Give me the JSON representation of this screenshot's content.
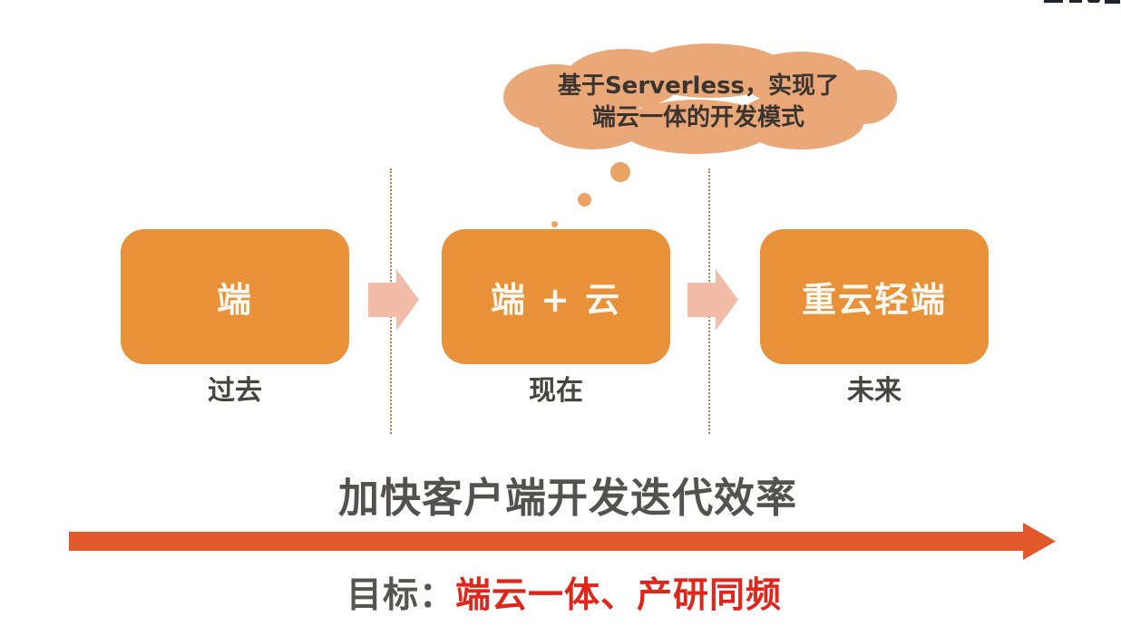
{
  "slide": {
    "bubble": {
      "line1": "基于Serverless，实现了",
      "line2": "端云一体的开发模式"
    },
    "stages": [
      {
        "label": "端",
        "caption": "过去"
      },
      {
        "label": "端 + 云",
        "caption": "现在"
      },
      {
        "label": "重云轻端",
        "caption": "未来"
      }
    ],
    "headline": "加快客户端开发迭代效率",
    "goal": {
      "prefix": "目标：",
      "highlight": "端云一体、产研同频"
    }
  },
  "icons": {
    "stage_arrow": "block-arrow-right-icon",
    "timeline_arrow": "long-arrow-right-icon",
    "thought_dots": "thought-bubble-dots"
  },
  "colors": {
    "box_orange": "#E89138",
    "box_text": "#FCF8EF",
    "cloud_tan": "#EAA878",
    "dot_orange": "#EBA263",
    "pink_arrow": "#F2BCA8",
    "dotted_line": "#C97B45",
    "big_arrow": "#E2582A",
    "headline_gray": "#545251",
    "caption_gray": "#454443",
    "goal_gray": "#575554",
    "goal_red": "#E0251B",
    "bubble_text": "#3A3430",
    "artifact_dark": "#20232B"
  }
}
